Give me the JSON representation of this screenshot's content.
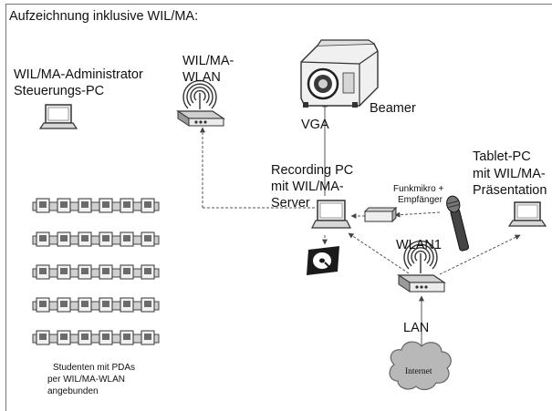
{
  "diagram": {
    "title": "Aufzeichnung inklusive WIL/MA:",
    "labels": {
      "admin_line1": "WIL/MA-Administrator",
      "admin_line2": "Steuerungs-PC",
      "wlan_ap_line1": "WIL/MA-",
      "wlan_ap_line2": "WLAN",
      "vga": "VGA",
      "beamer": "Beamer",
      "recording_line1": "Recording PC",
      "recording_line2": "mit WIL/MA-",
      "recording_line3": "Server",
      "funk_line1": "Funkmikro +",
      "funk_line2": "Empfänger",
      "tablet_line1": "Tablet-PC",
      "tablet_line2": "mit WIL/MA-",
      "tablet_line3": "Präsentation",
      "wlan1": "WLAN1",
      "lan": "LAN",
      "internet": "Internet",
      "students_line1": "Studenten mit PDAs",
      "students_line2": "per WIL/MA-WLAN",
      "students_line3": "angebunden"
    },
    "icons": [
      "laptop-icon",
      "wireless-router-icon",
      "projector-icon",
      "microphone-icon",
      "receiver-icon",
      "hard-disk-icon",
      "cloud-icon",
      "pda-row-icon"
    ],
    "colors": {
      "line": "#555555",
      "device_light": "#e8e8e8",
      "device_dark": "#3a3a3a",
      "cloud": "#b8b8b8"
    }
  }
}
